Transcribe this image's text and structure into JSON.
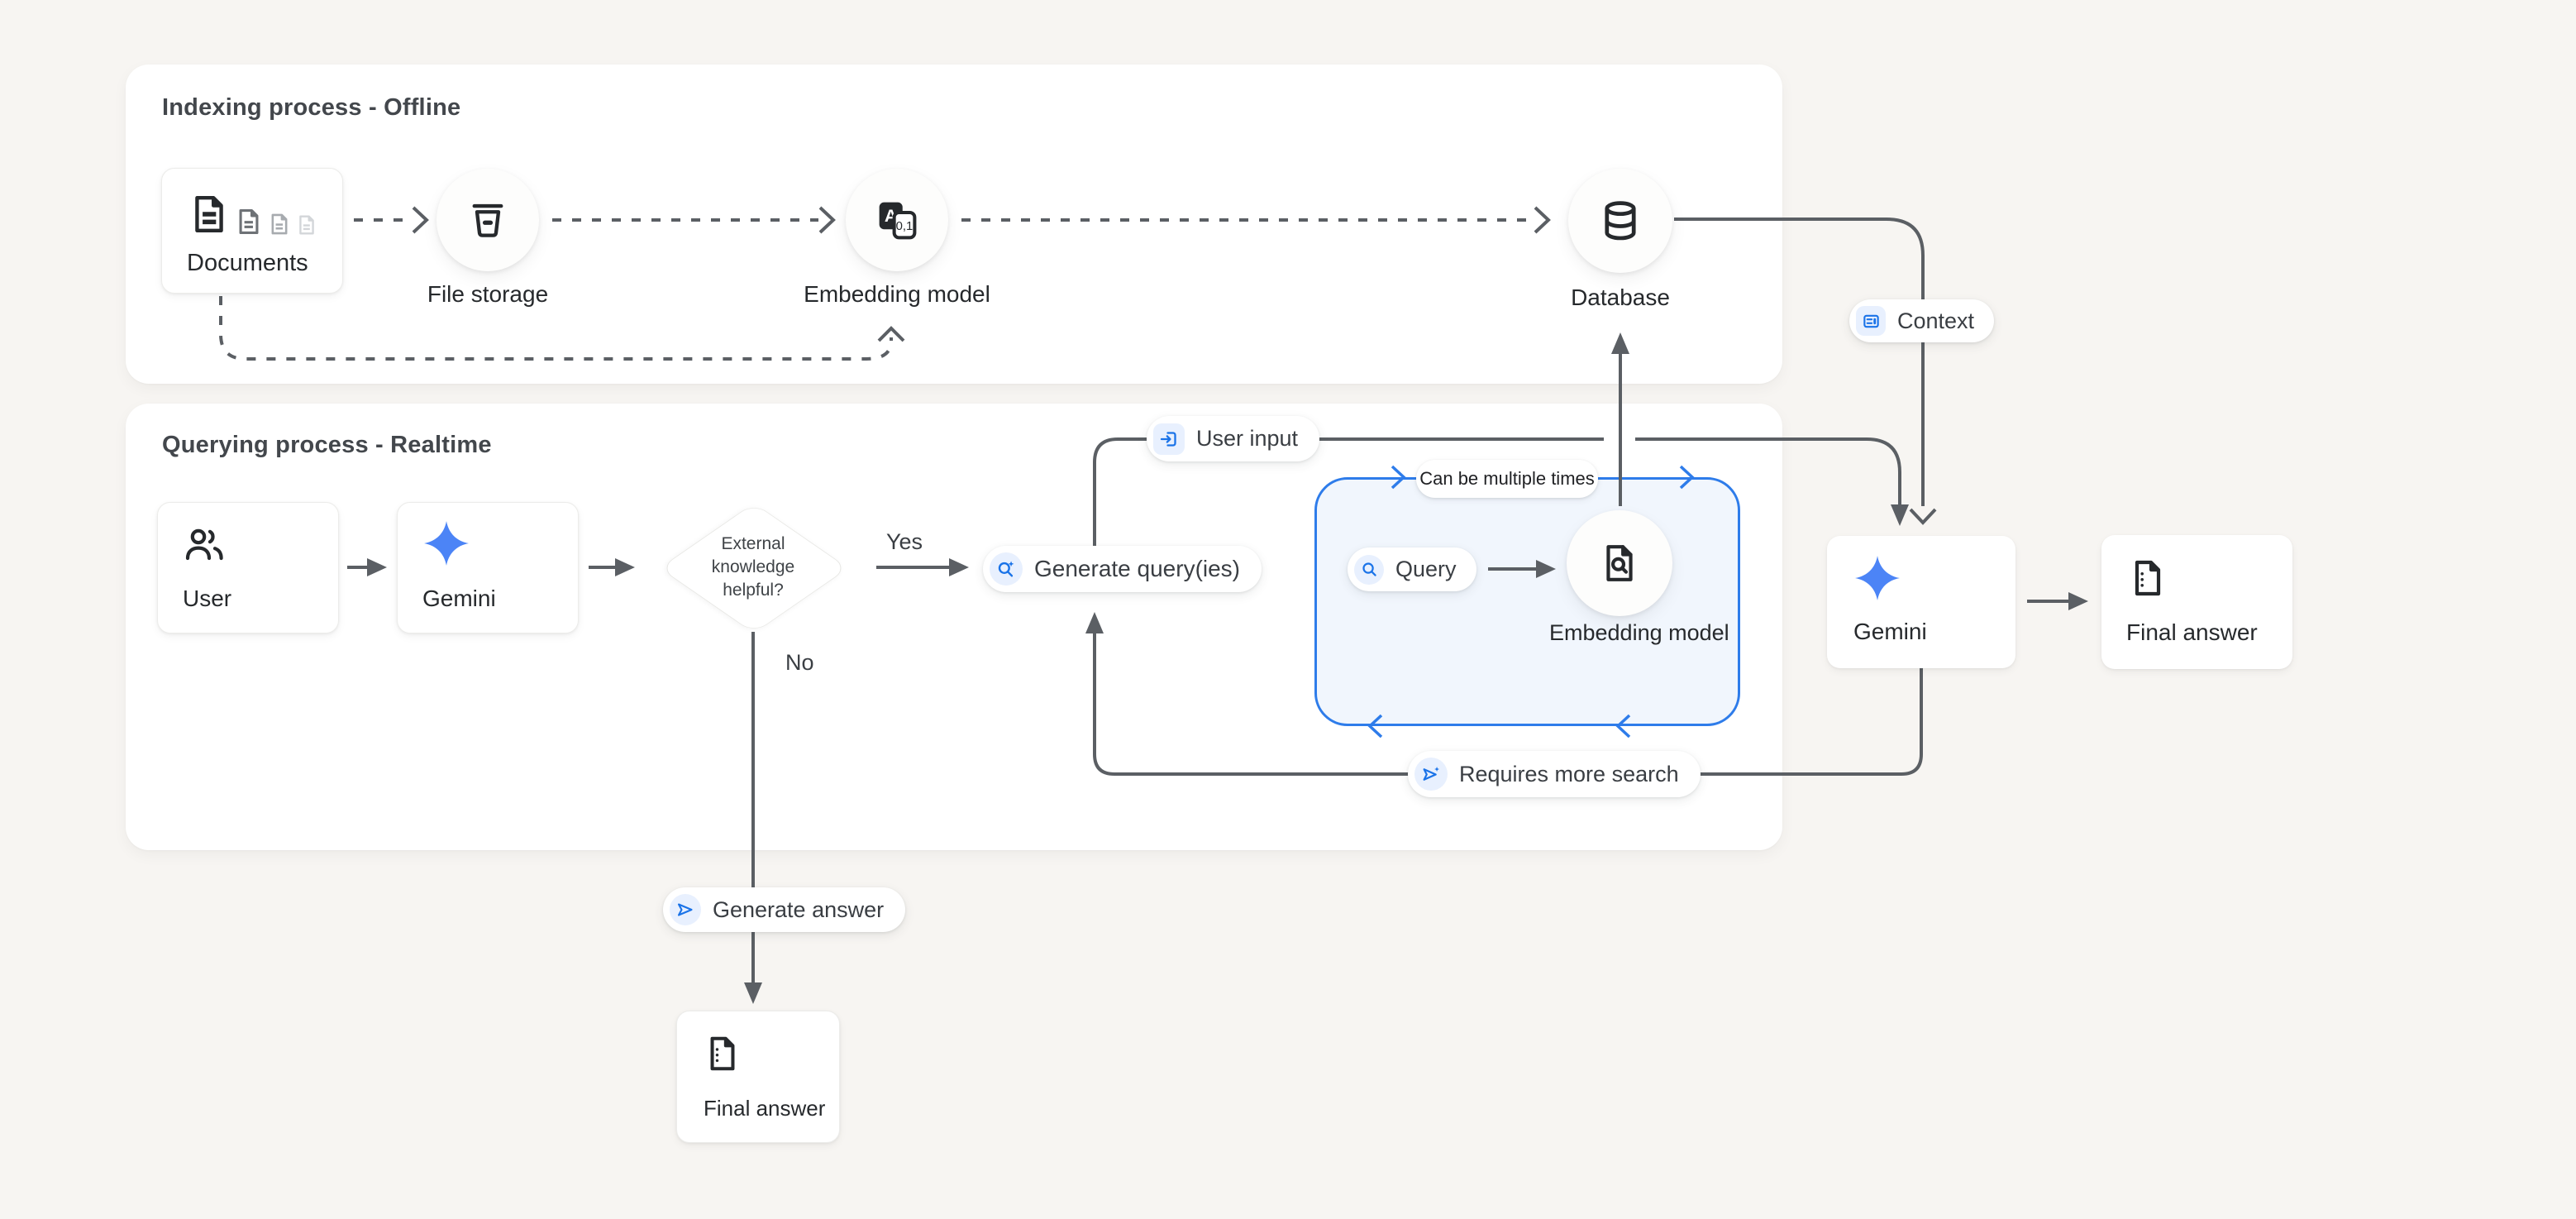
{
  "indexing_panel": {
    "title": "Indexing process - Offline",
    "nodes": {
      "documents": {
        "label": "Documents",
        "icon": "documents-stack-icon"
      },
      "file_storage": {
        "label": "File storage",
        "icon": "storage-bucket-icon"
      },
      "embedding_model": {
        "label": "Embedding model",
        "icon": "translate-embedding-icon"
      },
      "database": {
        "label": "Database",
        "icon": "database-icon"
      }
    }
  },
  "querying_panel": {
    "title": "Querying process - Realtime",
    "nodes": {
      "user": {
        "label": "User",
        "icon": "users-icon"
      },
      "gemini": {
        "label": "Gemini",
        "icon": "gemini-star-icon"
      },
      "decision": {
        "question": "External knowledge helpful?",
        "yes": "Yes",
        "no": "No"
      },
      "generate_queries": {
        "label": "Generate query(ies)",
        "icon": "search-sparkle-icon"
      },
      "user_input": {
        "label": "User input",
        "icon": "input-arrow-icon"
      },
      "loop_container": {
        "note": "Can be multiple times"
      },
      "query": {
        "label": "Query",
        "icon": "search-icon"
      },
      "embedding_model": {
        "label": "Embedding model",
        "icon": "document-search-icon"
      },
      "requires_more_search": {
        "label": "Requires more search",
        "icon": "send-sparkle-icon"
      },
      "generate_answer": {
        "label": "Generate answer",
        "icon": "send-icon"
      },
      "final_answer": {
        "label": "Final answer",
        "icon": "document-list-icon"
      }
    }
  },
  "output_flow": {
    "context": {
      "label": "Context",
      "icon": "context-panel-icon"
    },
    "gemini": {
      "label": "Gemini",
      "icon": "gemini-star-icon"
    },
    "final_answer": {
      "label": "Final answer",
      "icon": "document-list-icon"
    }
  },
  "colors": {
    "page_background": "#f7f5f2",
    "panel_background": "#ffffff",
    "accent_blue": "#1a73e8",
    "loop_border_blue": "#2e7cea",
    "loop_fill": "#f1f6fd",
    "icon_bubble_blue": "#e8f0fe",
    "wire_gray": "#5b5f64",
    "text_dark": "#26292c",
    "gemini_gradient_start": "#3e7df7",
    "gemini_gradient_end": "#a06bf5"
  }
}
